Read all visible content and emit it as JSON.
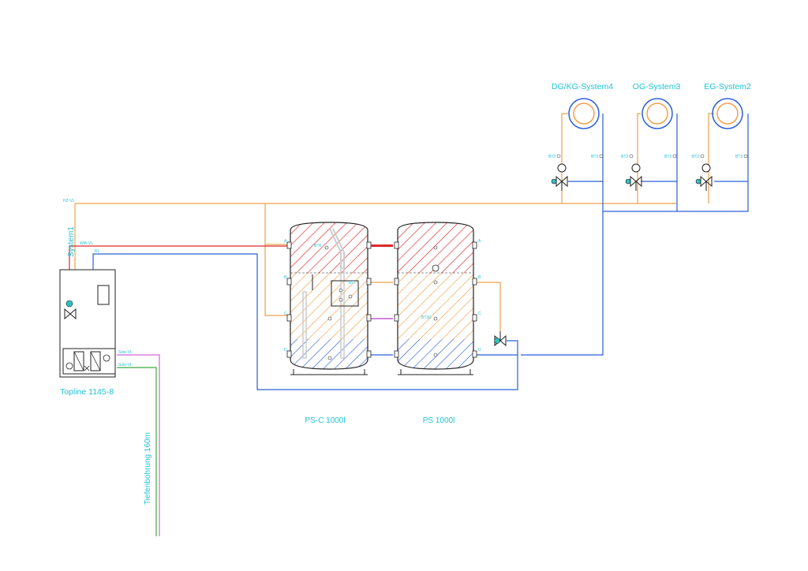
{
  "colors": {
    "heat_flow": "#f0a04b",
    "hot_water": "#e0272a",
    "return": "#2c5fd6",
    "brine_supply": "#d466d6",
    "brine_return": "#3caa3c",
    "label": "#1fc3d6",
    "mixing": "#b43cc8",
    "outline": "#222222"
  },
  "circuits": [
    {
      "name": "DG/KG-System4",
      "sensor_left": "BT2",
      "sensor_right": "BT3"
    },
    {
      "name": "OG-System3",
      "sensor_left": "BT2",
      "sensor_right": "BT3"
    },
    {
      "name": "EG-System2",
      "sensor_left": "BT2",
      "sensor_right": "BT3"
    }
  ],
  "pipes": {
    "heating_flow": "HZ-VL",
    "hot_water_flow": "WW-VL",
    "return": "RL",
    "brine_supply": "Sole-VL",
    "brine_return": "Sole-VL",
    "system1": "System1"
  },
  "heat_pump": {
    "name": "Topline 1145-8"
  },
  "borehole": {
    "label": "Tiefenbohrung 160m"
  },
  "tanks": [
    {
      "name": "PS-C 1000l",
      "ports": [
        "A",
        "B",
        "C",
        "D"
      ],
      "sensor": "BT6",
      "sensor2": "BT7"
    },
    {
      "name": "PS 1000l",
      "ports": [
        "A",
        "B",
        "C",
        "D"
      ],
      "sensor": "BT3C"
    }
  ]
}
